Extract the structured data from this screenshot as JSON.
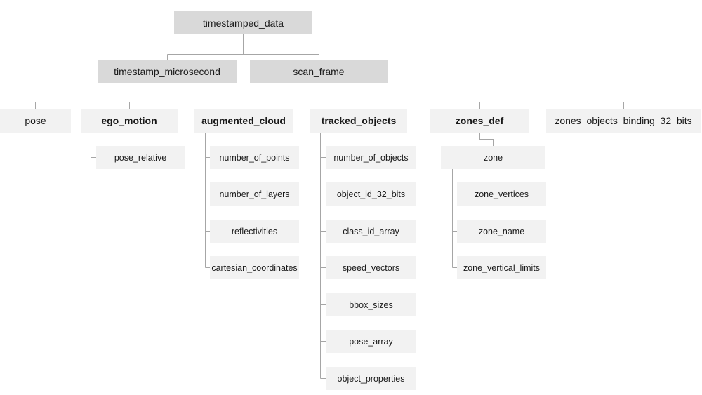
{
  "colors": {
    "box_dark": "#d9d9d9",
    "box_light": "#f2f2f2",
    "line": "#a6a6a6",
    "text": "#1a1a1a",
    "bg": "#ffffff"
  },
  "tree": {
    "label": "timestamped_data",
    "children": [
      {
        "label": "timestamp_microsecond",
        "children": []
      },
      {
        "label": "scan_frame",
        "children": [
          {
            "label": "pose",
            "emphasis": false,
            "children": []
          },
          {
            "label": "ego_motion",
            "emphasis": true,
            "children": [
              {
                "label": "pose_relative"
              }
            ]
          },
          {
            "label": "augmented_cloud",
            "emphasis": true,
            "children": [
              {
                "label": "number_of_points"
              },
              {
                "label": "number_of_layers"
              },
              {
                "label": "reflectivities"
              },
              {
                "label": "cartesian_coordinates"
              }
            ]
          },
          {
            "label": "tracked_objects",
            "emphasis": true,
            "children": [
              {
                "label": "number_of_objects"
              },
              {
                "label": "object_id_32_bits"
              },
              {
                "label": "class_id_array"
              },
              {
                "label": "speed_vectors"
              },
              {
                "label": "bbox_sizes"
              },
              {
                "label": "pose_array"
              },
              {
                "label": "object_properties"
              }
            ]
          },
          {
            "label": "zones_def",
            "emphasis": true,
            "children": [
              {
                "label": "zone",
                "children": [
                  {
                    "label": "zone_vertices"
                  },
                  {
                    "label": "zone_name"
                  },
                  {
                    "label": "zone_vertical_limits"
                  }
                ]
              }
            ]
          },
          {
            "label": "zones_objects_binding_32_bits",
            "emphasis": false,
            "children": []
          }
        ]
      }
    ]
  }
}
